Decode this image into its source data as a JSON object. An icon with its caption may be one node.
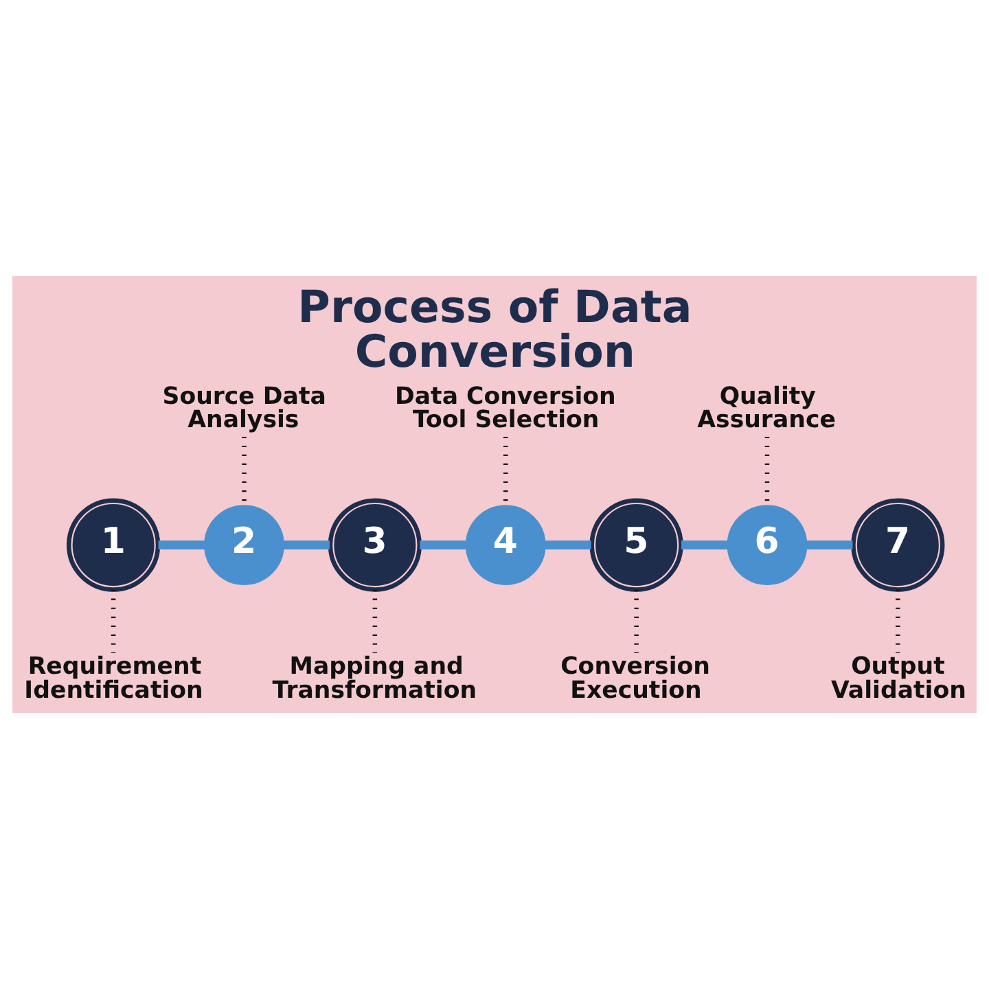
{
  "diagram": {
    "title": "Process of Data Conversion",
    "nodes": [
      {
        "text": [
          "Source Data Analysis"
        ]
      },
      {
        "text": [
          "Data Conversion Tool Selection"
        ]
      },
      {
        "text": [
          "Quality Assurance"
        ]
      },
      {
        "text": [
          "1"
        ]
      },
      {
        "text": [
          "2"
        ]
      },
      {
        "text": [
          "3"
        ]
      },
      {
        "text": [
          "4"
        ]
      },
      {
        "text": [
          "5"
        ]
      },
      {
        "text": [
          "6"
        ]
      },
      {
        "text": [
          "7"
        ]
      },
      {
        "text": [
          "Requirement Identification"
        ]
      },
      {
        "text": [
          "Mapping and Transformation"
        ]
      },
      {
        "text": [
          "Conversion Execution"
        ]
      },
      {
        "text": [
          "Output Validation"
        ]
      }
    ],
    "edges": [
      {
        "from": 3,
        "to": 4,
        "arrow": "none",
        "style": "thick",
        "color": "#4a90cf"
      },
      {
        "from": 4,
        "to": 5,
        "arrow": "none",
        "style": "thick",
        "color": "#4a90cf"
      },
      {
        "from": 5,
        "to": 6,
        "arrow": "none",
        "style": "thick",
        "color": "#4a90cf"
      },
      {
        "from": 6,
        "to": 7,
        "arrow": "none",
        "style": "thick",
        "color": "#4a90cf"
      },
      {
        "from": 7,
        "to": 8,
        "arrow": "none",
        "style": "thick",
        "color": "#4a90cf"
      },
      {
        "from": 8,
        "to": 9,
        "arrow": "none",
        "style": "thick",
        "color": "#4a90cf"
      },
      {
        "from": 0,
        "to": 4,
        "arrow": "none",
        "style": "dashed"
      },
      {
        "from": 1,
        "to": 6,
        "arrow": "none",
        "style": "dashed"
      },
      {
        "from": 2,
        "to": 8,
        "arrow": "none",
        "style": "dashed"
      },
      {
        "from": 3,
        "to": 10,
        "arrow": "none",
        "style": "dashed"
      },
      {
        "from": 5,
        "to": 11,
        "arrow": "none",
        "style": "dashed"
      },
      {
        "from": 7,
        "to": 12,
        "arrow": "none",
        "style": "dashed"
      },
      {
        "from": 9,
        "to": 13,
        "arrow": "none",
        "style": "dashed"
      }
    ]
  }
}
